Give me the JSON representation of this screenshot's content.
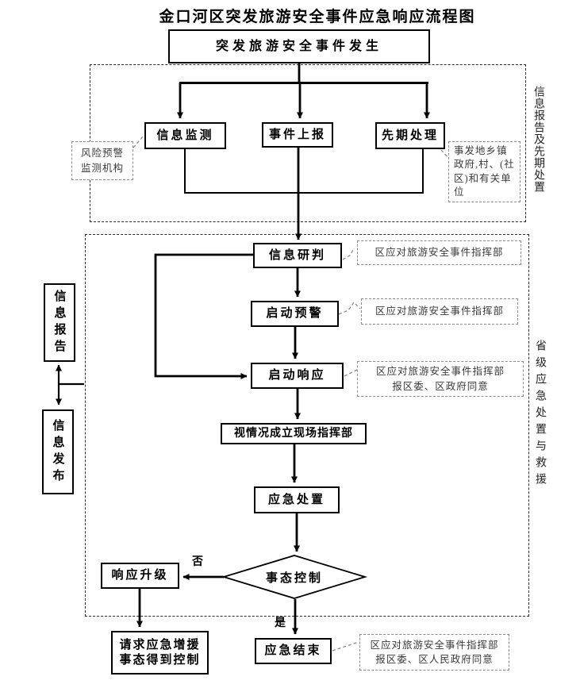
{
  "title": "金口河区突发旅游安全事件应急响应流程图",
  "nodes": {
    "start": "突发旅游安全事件发生",
    "info_monitoring": "信息监测",
    "incident_reporting": "事件上报",
    "initial_handling": "先期处理",
    "info_analysis": "信息研判",
    "activate_warning": "启动预警",
    "activate_response": "启动响应",
    "onsite_command": "视情况成立现场指挥部",
    "emergency_disposal": "应急处置",
    "situation_control": "事态控制",
    "response_escalation": "响应升级",
    "request_reinforcement": [
      "请求应急增援",
      "事态得到控制"
    ],
    "emergency_end": "应急结束",
    "info_report": "信息报告",
    "info_release": "信息发布"
  },
  "callouts": {
    "risk_monitoring": [
      "风险预警",
      "监测机构"
    ],
    "local_government": [
      "事发地乡镇",
      "政府,村、(社",
      "区)和有关单",
      "位"
    ],
    "hq_info_analysis": "区应对旅游安全事件指挥部",
    "hq_warning": "区应对旅游安全事件指挥部",
    "hq_response": [
      "区应对旅游安全事件指挥部",
      "报区委、区政府同意"
    ],
    "hq_end": [
      "区应对旅游安全事件指挥部",
      "报区委、区人民政府同意"
    ]
  },
  "section_labels": {
    "phase1": "信息报告及先期处置",
    "phase2": "省级应急处置与救援"
  },
  "branch_labels": {
    "no": "否",
    "yes": "是"
  }
}
